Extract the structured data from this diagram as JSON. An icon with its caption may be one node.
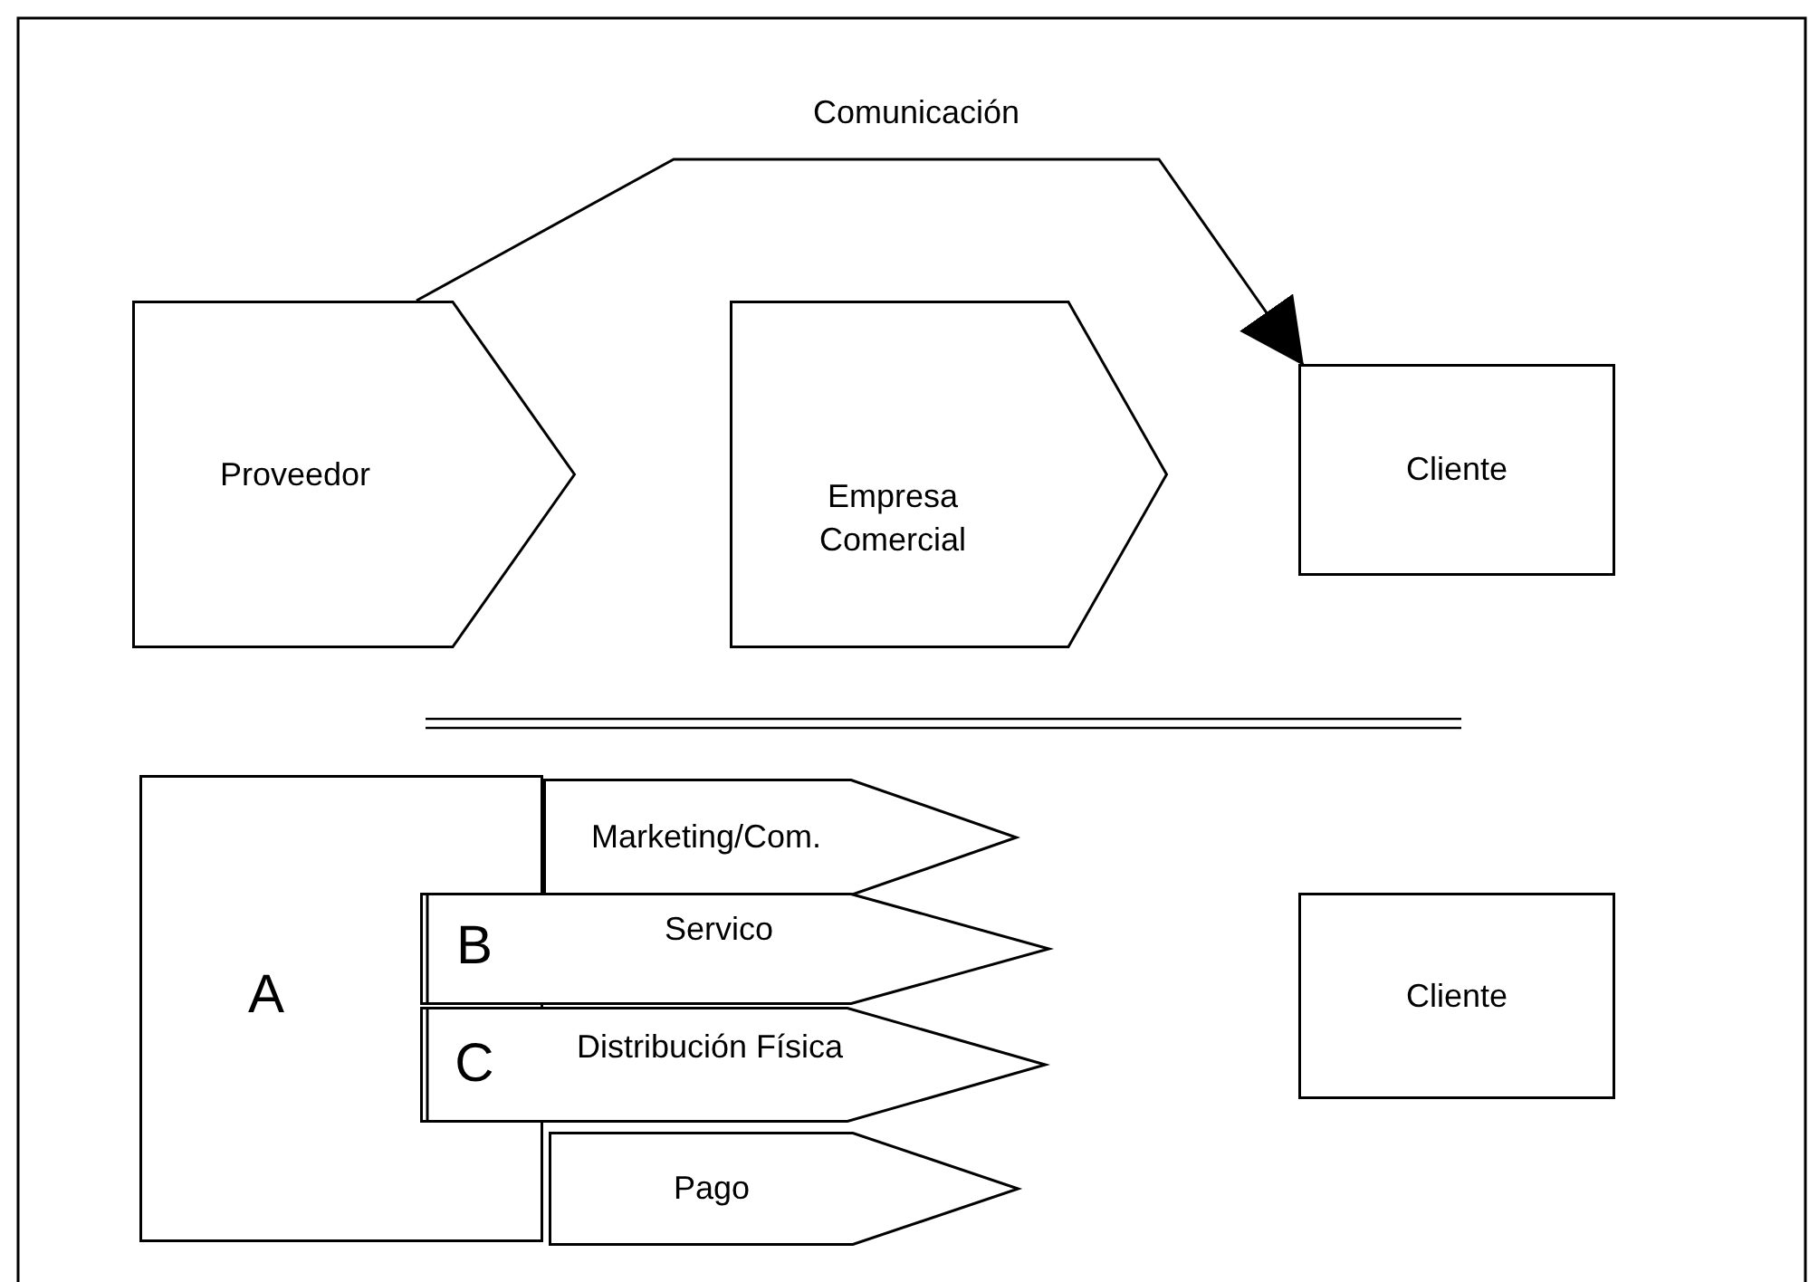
{
  "diagram": {
    "nodes": [
      {
        "text": [
          "Proveedor"
        ]
      },
      {
        "text": [
          "Empresa Comercial"
        ]
      },
      {
        "text": [
          "Cliente"
        ]
      },
      {
        "text": [
          "A"
        ]
      },
      {
        "text": [
          "Marketing/Com."
        ]
      },
      {
        "text": [
          "B",
          "Servico"
        ]
      },
      {
        "text": [
          "C",
          "Distribución Física"
        ]
      },
      {
        "text": [
          "Pago"
        ]
      },
      {
        "text": [
          "Cliente"
        ]
      }
    ],
    "edges": [
      {
        "from": 0,
        "to": 2,
        "arrow": "to",
        "label": "Comunicación"
      }
    ]
  }
}
